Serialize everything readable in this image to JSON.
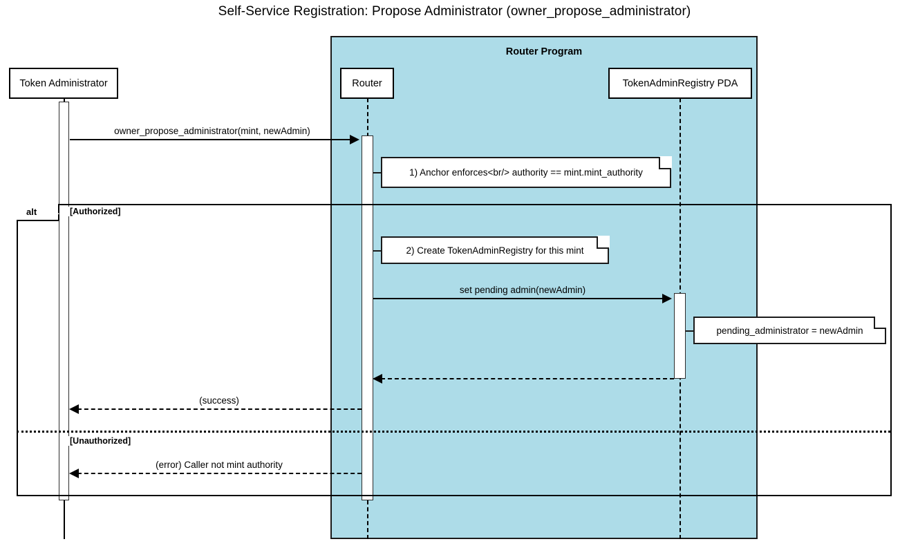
{
  "diagram": {
    "type": "sequence-diagram",
    "title": "Self-Service Registration: Propose Administrator (owner_propose_administrator)",
    "colors": {
      "group_fill": "#addce8",
      "stroke": "#000000",
      "background": "#ffffff",
      "note_fill": "#ffffff"
    }
  },
  "group": {
    "label": "Router Program"
  },
  "participants": [
    {
      "id": "token-administrator",
      "label": "Token Administrator"
    },
    {
      "id": "router",
      "label": "Router"
    },
    {
      "id": "token-admin-registry-pda",
      "label": "TokenAdminRegistry PDA"
    }
  ],
  "messages": [
    {
      "id": "msg-propose",
      "label": "owner_propose_administrator(mint, newAdmin)",
      "from": "token-administrator",
      "to": "router",
      "style": "solid",
      "direction": "right"
    },
    {
      "id": "msg-set-pending-admin",
      "label": "set pending admin(newAdmin)",
      "from": "router",
      "to": "token-admin-registry-pda",
      "style": "solid",
      "direction": "right"
    },
    {
      "id": "msg-pda-return",
      "label": "",
      "from": "token-admin-registry-pda",
      "to": "router",
      "style": "dashed",
      "direction": "left"
    },
    {
      "id": "msg-success",
      "label": "(success)",
      "from": "router",
      "to": "token-administrator",
      "style": "dashed",
      "direction": "left"
    },
    {
      "id": "msg-error",
      "label": "(error) Caller not mint authority",
      "from": "router",
      "to": "token-administrator",
      "style": "dashed",
      "direction": "left"
    }
  ],
  "notes": [
    {
      "id": "note-anchor-enforces",
      "text": "1) Anchor enforces<br/> authority == mint.mint_authority",
      "attached_to": "router"
    },
    {
      "id": "note-create-registry",
      "text": "2) Create TokenAdminRegistry for this mint",
      "attached_to": "router"
    },
    {
      "id": "note-pending-administrator",
      "text": "pending_administrator = newAdmin",
      "attached_to": "token-admin-registry-pda"
    }
  ],
  "fragment": {
    "operator": "alt",
    "guards": [
      {
        "id": "guard-authorized",
        "label": "[Authorized]"
      },
      {
        "id": "guard-unauthorized",
        "label": "[Unauthorized]"
      }
    ]
  }
}
